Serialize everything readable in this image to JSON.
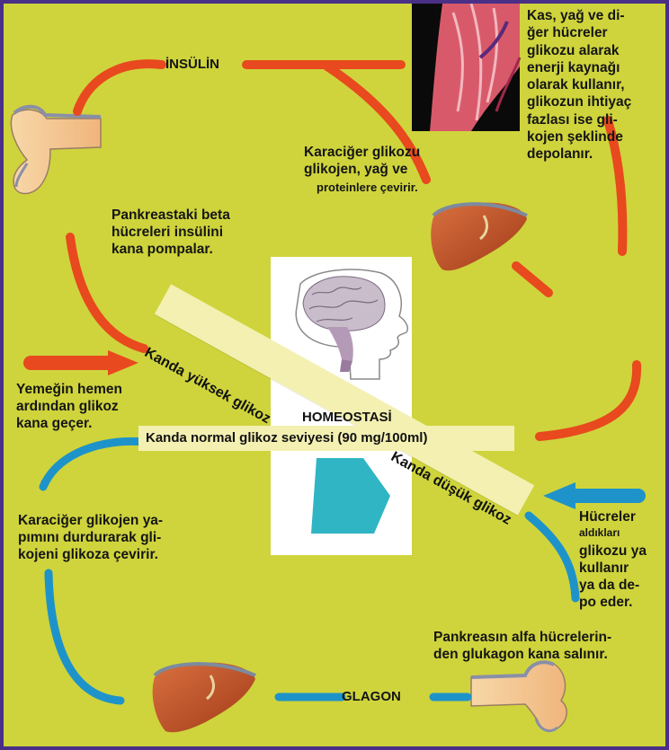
{
  "title": "HOMEOSTASİ",
  "center_band": "Kanda normal glikoz seviyesi (90 mg/100ml)",
  "diagonal_high": "Kanda yüksek glikoz",
  "diagonal_low": "Kanda düşük glikoz",
  "hormone_insulin": "İNSÜLİN",
  "hormone_glucagon": "GLAGON",
  "texts": {
    "muscle": "Kas, yağ ve di-\nğer hücreler\nglikozu alarak\nenerji kaynağı\nolarak kullanır,\nglikozun ihtiyaç\nfazlası ise gli-\nkojen şeklinde\ndepolanır.",
    "liver_top": "Karaciğer glikozu\nglikojen, yağ ve",
    "liver_top_small": "proteinlere çevirir.",
    "pancreas_beta": "Pankreastaki beta\nhücreleri insülini\nkana pompalar.",
    "meal": "Yemeğin hemen\nardından glikoz\nkana geçer.",
    "liver_bottom": "Karaciğer glikojen ya-\npımını durdurarak gli-\nkojeni glikoza çevirir.",
    "cells_a": "Hücreler",
    "cells_small": "aldıkları",
    "cells_b": "glikozu ya\nkullanır\nya da de-\npo eder.",
    "pancreas_alpha": "Pankreasın alfa hücrelerin-\nden glukagon kana salınır."
  },
  "colors": {
    "background": "#cfd43c",
    "border": "#4a2f86",
    "orange_arrow": "#e8491e",
    "blue_arrow": "#1e93c9",
    "band": "#f3f0b2",
    "liver": "#c8582e",
    "brain": "#b59ab7"
  },
  "icons": [
    "pancreas-top",
    "pancreas-bottom",
    "liver-top",
    "liver-bottom",
    "muscle-arm",
    "brain-head",
    "thyroid-shape"
  ]
}
